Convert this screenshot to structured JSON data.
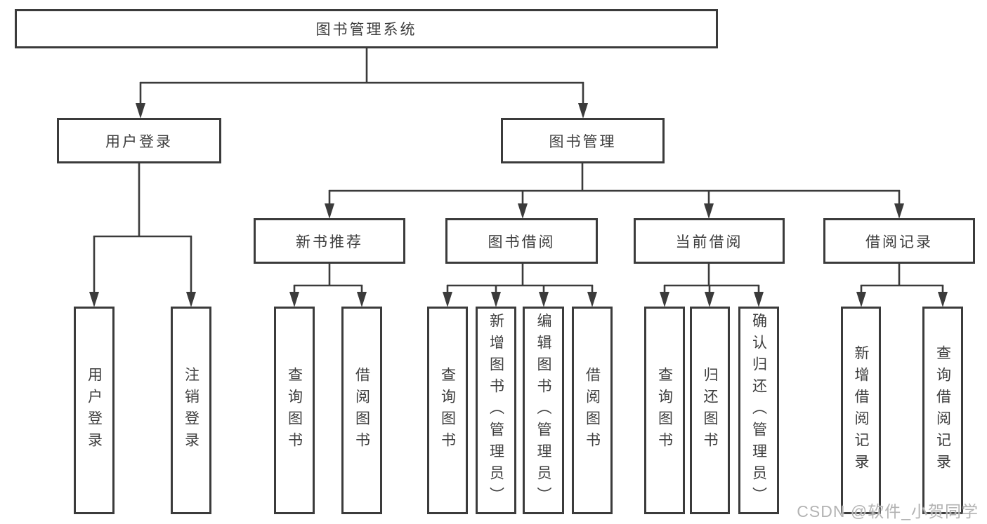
{
  "tree": {
    "root": {
      "label": "图书管理系统"
    },
    "branches": [
      {
        "label": "用户登录",
        "children": [
          {
            "label": "用户登录"
          },
          {
            "label": "注销登录"
          }
        ]
      },
      {
        "label": "图书管理",
        "children": [
          {
            "label": "新书推荐",
            "children": [
              {
                "label": "查询图书"
              },
              {
                "label": "借阅图书"
              }
            ]
          },
          {
            "label": "图书借阅",
            "children": [
              {
                "label": "查询图书"
              },
              {
                "label": "新增图书（管理员）"
              },
              {
                "label": "编辑图书（管理员）"
              },
              {
                "label": "借阅图书"
              }
            ]
          },
          {
            "label": "当前借阅",
            "children": [
              {
                "label": "查询图书"
              },
              {
                "label": "归还图书"
              },
              {
                "label": "确认归还（管理员）"
              }
            ]
          },
          {
            "label": "借阅记录",
            "children": [
              {
                "label": "新增借阅记录"
              },
              {
                "label": "查询借阅记录"
              }
            ]
          }
        ]
      }
    ]
  },
  "watermark": "CSDN @软件_小贺同学",
  "colors": {
    "line": "#3b3b3b",
    "box_border": "#3b3b3b",
    "text": "#3e3e3e",
    "watermark": "#b3b3b3",
    "background": "#ffffff"
  }
}
